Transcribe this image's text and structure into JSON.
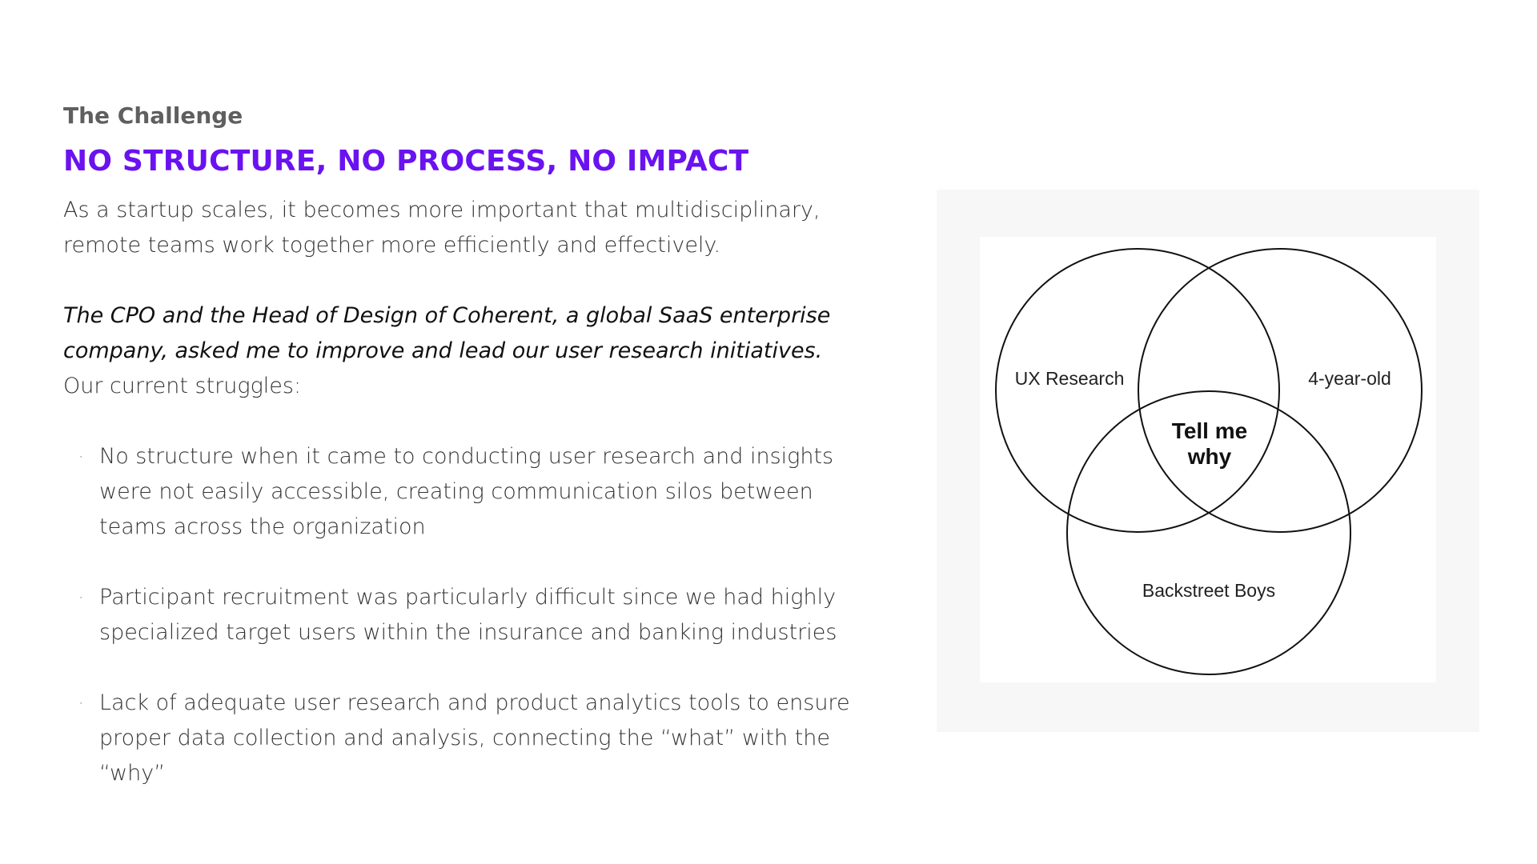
{
  "section": {
    "eyebrow": "The Challenge",
    "headline": "NO STRUCTURE, NO PROCESS, NO IMPACT",
    "intro": "As a startup scales, it becomes more important that multidisciplinary, remote teams work together more efficiently and effectively.",
    "emphasis": "The CPO and the Head of Design of Coherent, a global SaaS enterprise company, asked me to improve and lead our user research initiatives.",
    "struggles_intro": "Our current struggles:",
    "bullet_glyph": "·",
    "bullets": [
      "No structure when it came to conducting user research and insights were not easily accessible, creating communication silos between teams across the organization",
      "Participant recruitment was particularly difficult since we had highly specialized target users within the insurance and banking industries",
      "Lack of adequate user research and product analytics tools to ensure proper data collection and analysis, connecting the “what” with the “why”"
    ]
  },
  "diagram": {
    "type": "venn",
    "sets": [
      {
        "label": "UX Research"
      },
      {
        "label": "4-year-old"
      },
      {
        "label": "Backstreet Boys"
      }
    ],
    "intersection_lines": [
      "Tell me",
      "why"
    ]
  }
}
